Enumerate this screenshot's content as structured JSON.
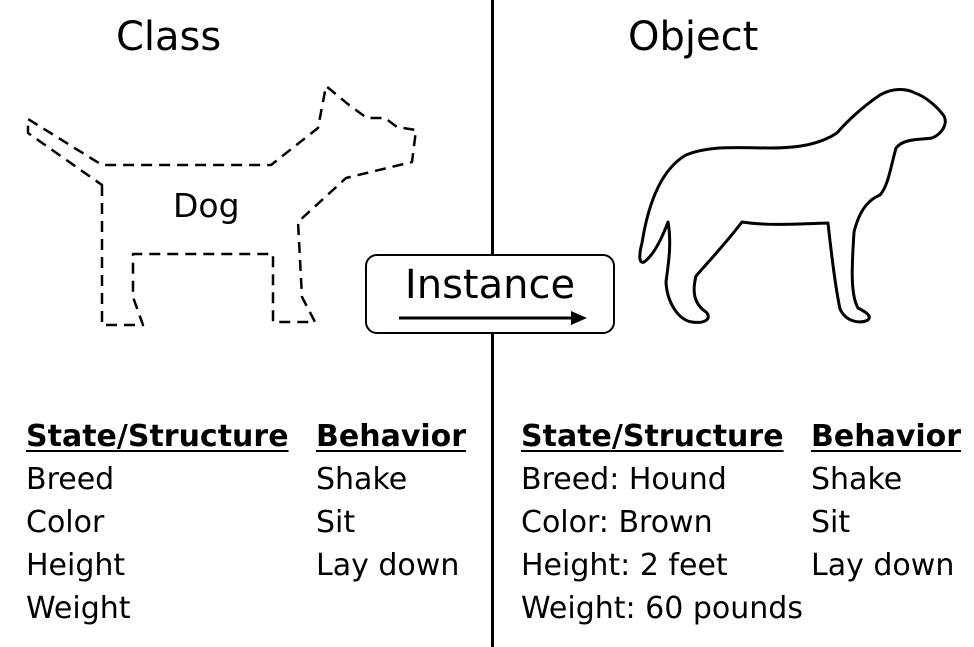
{
  "class_side": {
    "title": "Class",
    "dog_label": "Dog",
    "state_header": "State/Structure",
    "state_items": [
      "Breed",
      "Color",
      "Height",
      "Weight"
    ],
    "behavior_header": "Behavior",
    "behavior_items": [
      "Shake",
      "Sit",
      "Lay down"
    ]
  },
  "instance": {
    "label": "Instance"
  },
  "object_side": {
    "title": "Object",
    "state_header": "State/Structure",
    "state_items": [
      "Breed: Hound",
      "Color: Brown",
      "Height: 2 feet",
      "Weight: 60 pounds"
    ],
    "behavior_header": "Behavior",
    "behavior_items": [
      "Shake",
      "Sit",
      "Lay down"
    ]
  }
}
